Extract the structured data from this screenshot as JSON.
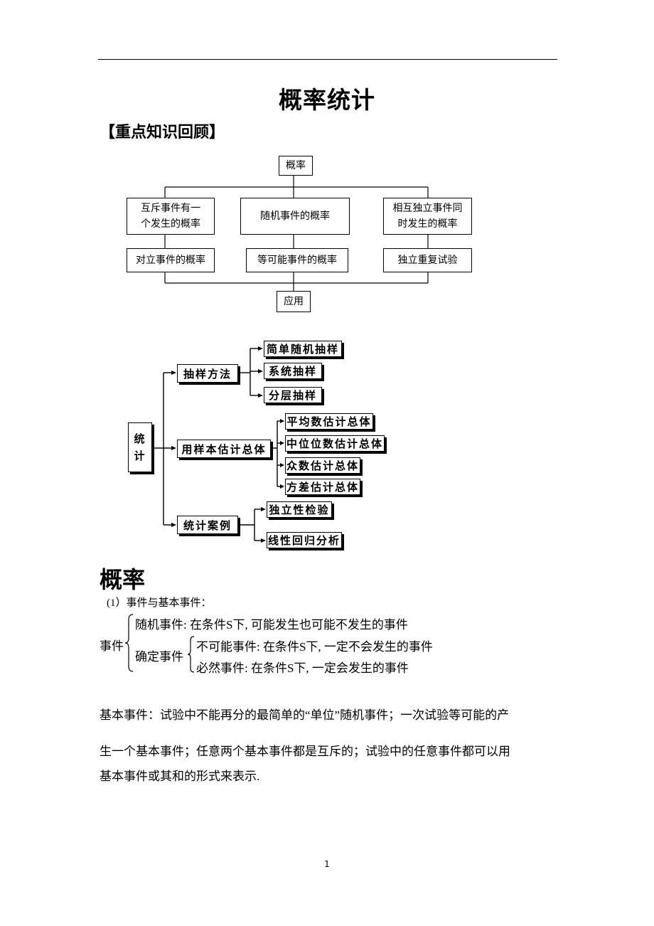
{
  "page": {
    "title": "概率统计",
    "section_heading": "【重点知识回顾】",
    "page_number": "1"
  },
  "prob_diagram": {
    "root": "概率",
    "row1": [
      "互斥事件有一个发生的概率",
      "随机事件的概率",
      "相互独立事件同时发生的概率"
    ],
    "row2": [
      "对立事件的概率",
      "等可能事件的概率",
      "独立重复试验"
    ],
    "bottom": "应用"
  },
  "stat_diagram": {
    "root": "统计",
    "branches": [
      {
        "label": "抽样方法",
        "children": [
          "简单随机抽样",
          "系统抽样",
          "分层抽样"
        ]
      },
      {
        "label": "用样本估计总体",
        "children": [
          "平均数估计总体",
          "中位位数估计总体",
          "众数估计总体",
          "方差估计总体"
        ]
      },
      {
        "label": "统计案例",
        "children": [
          "独立性检验",
          "线性回归分析"
        ]
      }
    ]
  },
  "probability": {
    "heading": "概率",
    "item1": "(1）事件与基本事件：",
    "event_label": "事件",
    "random_event": "随机事件: 在条件S下, 可能发生也可能不发生的事件",
    "determined_label": "确定事件",
    "impossible": "不可能事件: 在条件S下, 一定不会发生的事件",
    "certain": "必然事件: 在条件S下, 一定会发生的事件",
    "para_lines": [
      "基本事件：试验中不能再分的最简单的“单位”随机事件；一次试验等可能的产",
      "生一个基本事件；任意两个基本事件都是互斥的；试验中的任意事件都可以用",
      "基本事件或其和的形式来表示."
    ]
  }
}
